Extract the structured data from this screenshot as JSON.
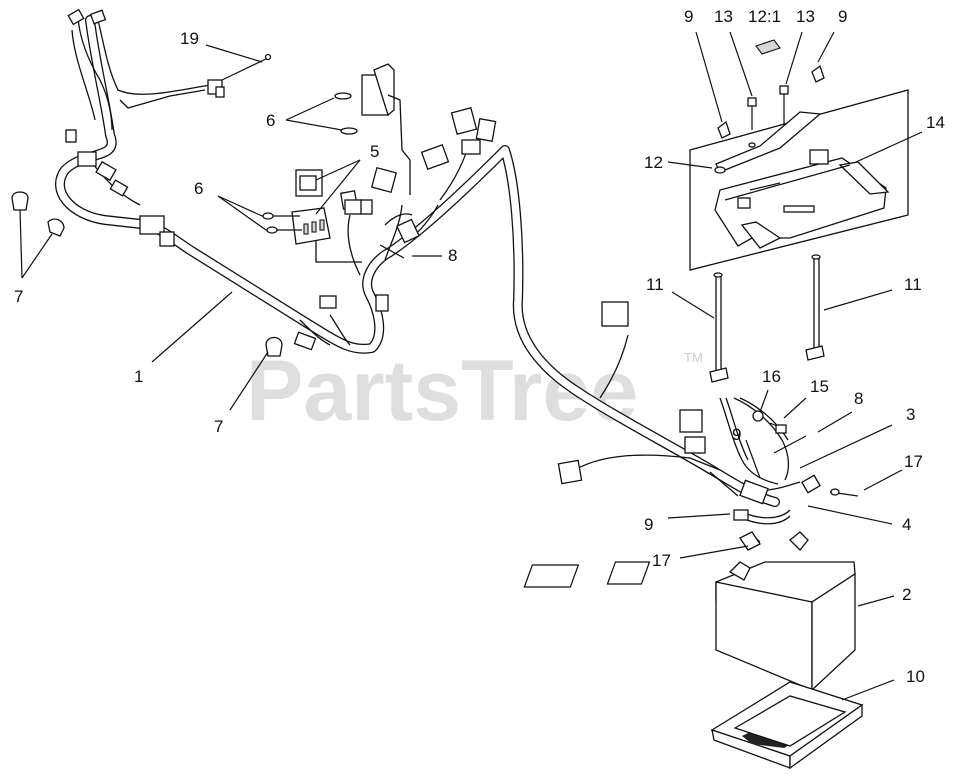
{
  "watermark": {
    "text": "PartsTree",
    "trademark": "TM"
  },
  "callouts": [
    {
      "id": "c-19-a",
      "text": "19"
    },
    {
      "id": "c-6-top",
      "text": "6"
    },
    {
      "id": "c-5",
      "text": "5"
    },
    {
      "id": "c-6-mid",
      "text": "6"
    },
    {
      "id": "c-8-left",
      "text": "8"
    },
    {
      "id": "c-7-left",
      "text": "7"
    },
    {
      "id": "c-1",
      "text": "1"
    },
    {
      "id": "c-7-mid",
      "text": "7"
    },
    {
      "id": "c-9-tl",
      "text": "9"
    },
    {
      "id": "c-13-a",
      "text": "13"
    },
    {
      "id": "c-12-1",
      "text": "12:1"
    },
    {
      "id": "c-13-b",
      "text": "13"
    },
    {
      "id": "c-9-tr",
      "text": "9"
    },
    {
      "id": "c-14",
      "text": "14"
    },
    {
      "id": "c-12",
      "text": "12"
    },
    {
      "id": "c-11-l",
      "text": "11"
    },
    {
      "id": "c-11-r",
      "text": "11"
    },
    {
      "id": "c-16",
      "text": "16"
    },
    {
      "id": "c-15",
      "text": "15"
    },
    {
      "id": "c-8-right",
      "text": "8"
    },
    {
      "id": "c-3",
      "text": "3"
    },
    {
      "id": "c-9-mid",
      "text": "9"
    },
    {
      "id": "c-17-r",
      "text": "17"
    },
    {
      "id": "c-9-low",
      "text": "9"
    },
    {
      "id": "c-4",
      "text": "4"
    },
    {
      "id": "c-17-l",
      "text": "17"
    },
    {
      "id": "c-2",
      "text": "2"
    },
    {
      "id": "c-10",
      "text": "10"
    }
  ]
}
